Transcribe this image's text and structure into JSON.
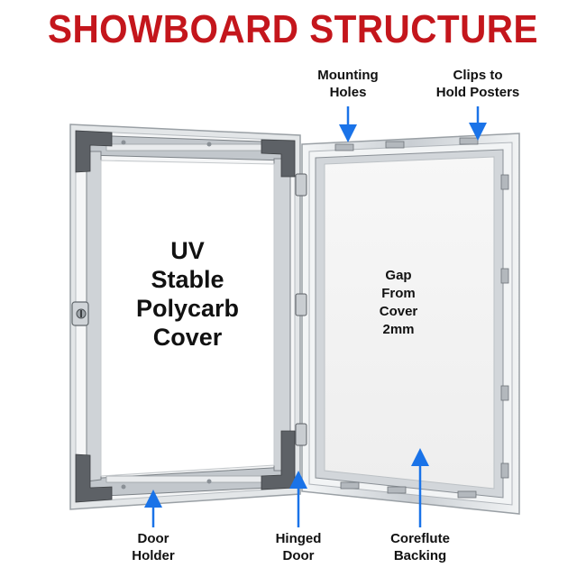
{
  "title": "SHOWBOARD STRUCTURE",
  "callouts": {
    "mounting_holes": {
      "line1": "Mounting",
      "line2": "Holes"
    },
    "clips": {
      "line1": "Clips to",
      "line2": "Hold Posters"
    },
    "door_holder": {
      "line1": "Door",
      "line2": "Holder"
    },
    "hinged_door": {
      "line1": "Hinged",
      "line2": "Door"
    },
    "coreflute": {
      "line1": "Coreflute",
      "line2": "Backing"
    }
  },
  "door_panel": {
    "line1": "UV",
    "line2": "Stable",
    "line3": "Polycarb",
    "line4": "Cover"
  },
  "back_panel": {
    "line1": "Gap",
    "line2": "From",
    "line3": "Cover",
    "line4": "2mm"
  },
  "colors": {
    "title": "#c4161c",
    "arrow": "#1a73e8",
    "frame": "#d9dde1",
    "frame_dark": "#8a9096",
    "corner": "#5d6166"
  },
  "icons": [
    "arrow-icon",
    "lock-icon",
    "hinge-icon",
    "clip-icon",
    "corner-bracket-icon"
  ]
}
